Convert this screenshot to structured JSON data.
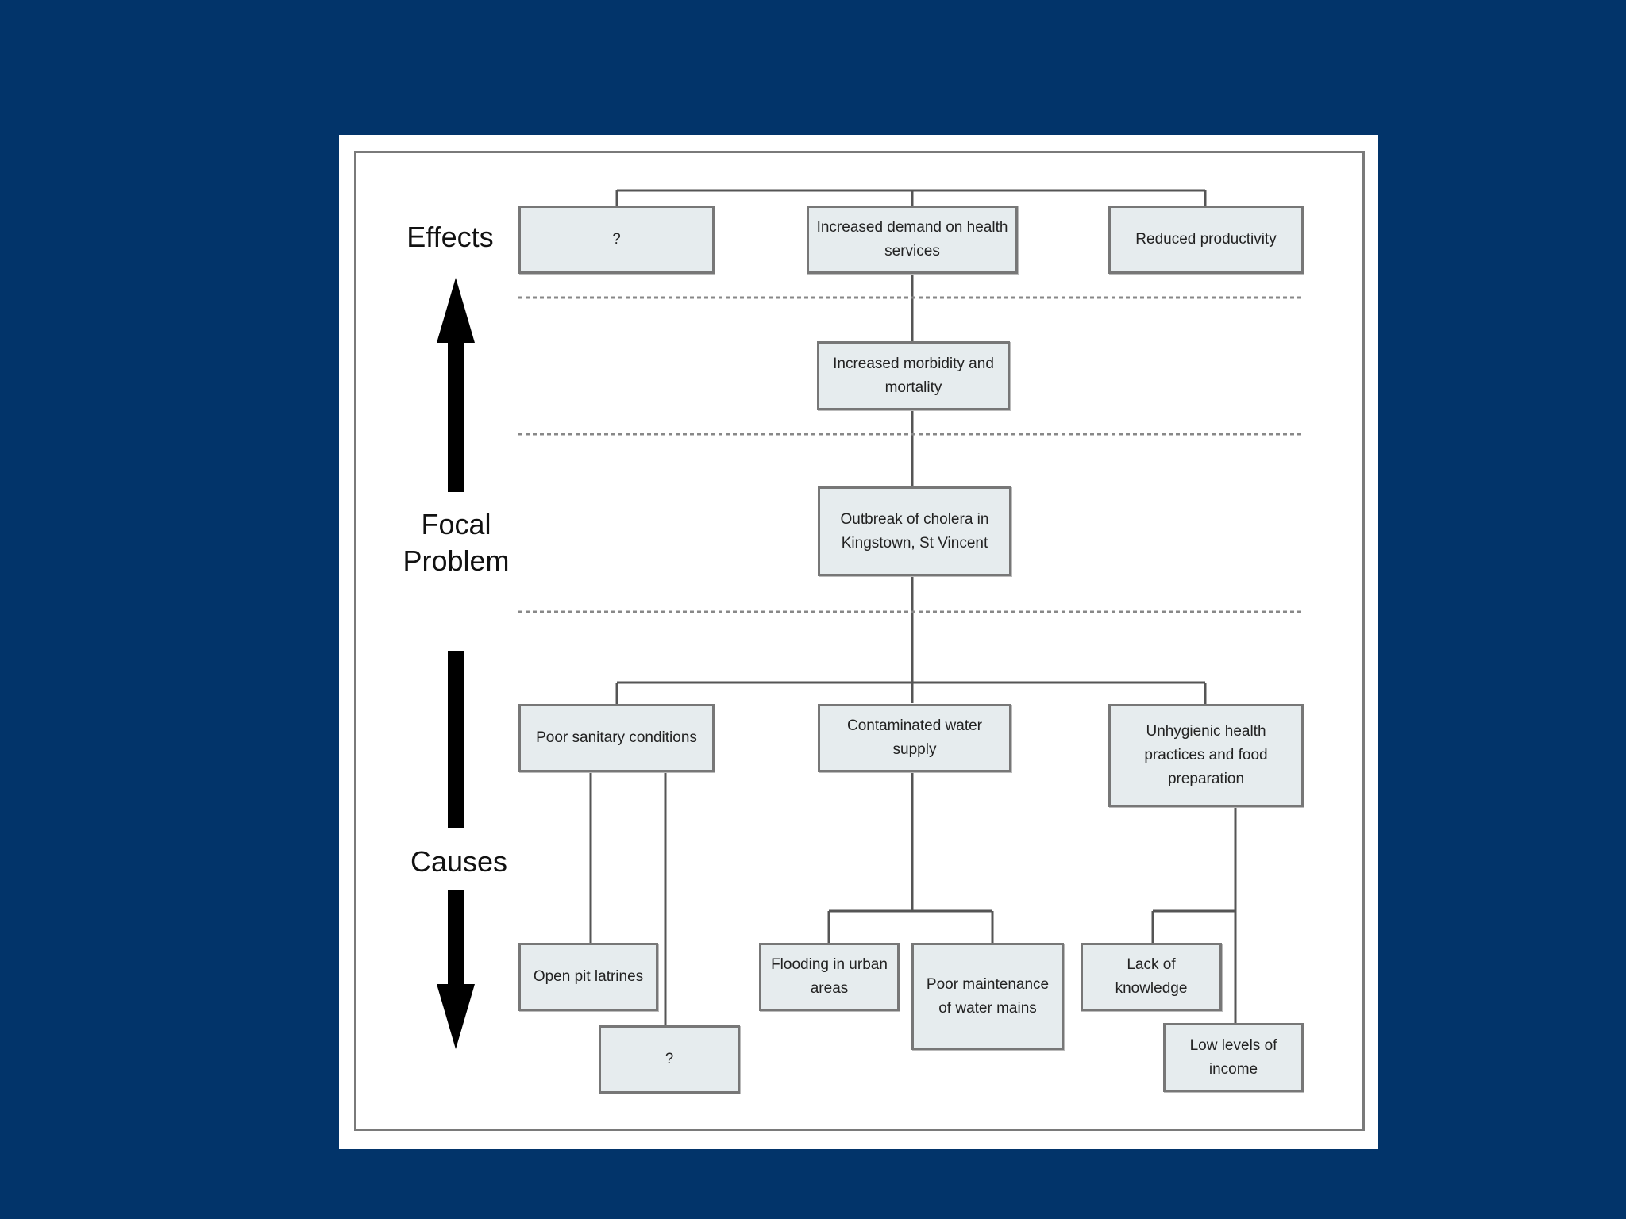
{
  "diagram": {
    "row_labels": {
      "effects": "Effects",
      "focal_problem": "Focal Problem",
      "causes": "Causes"
    },
    "effects": {
      "unknown": "?",
      "health_services": "Increased demand on health services",
      "productivity": "Reduced productivity"
    },
    "intermediate": {
      "morbidity": "Increased morbidity and mortality"
    },
    "focal": {
      "outbreak": "Outbreak of cholera in Kingstown, St Vincent"
    },
    "causes": {
      "sanitary": "Poor sanitary conditions",
      "water": "Contaminated water supply",
      "hygiene": "Unhygienic health practices and food preparation"
    },
    "sub_causes": {
      "latrines": "Open pit latrines",
      "unknown": "?",
      "flooding": "Flooding in urban areas",
      "maintenance": "Poor maintenance of water mains",
      "knowledge": "Lack of knowledge",
      "income": "Low levels of income"
    },
    "colors": {
      "background": "#02346a",
      "box_fill": "#e6ecee",
      "box_border": "#777777",
      "connector": "#555555"
    }
  }
}
